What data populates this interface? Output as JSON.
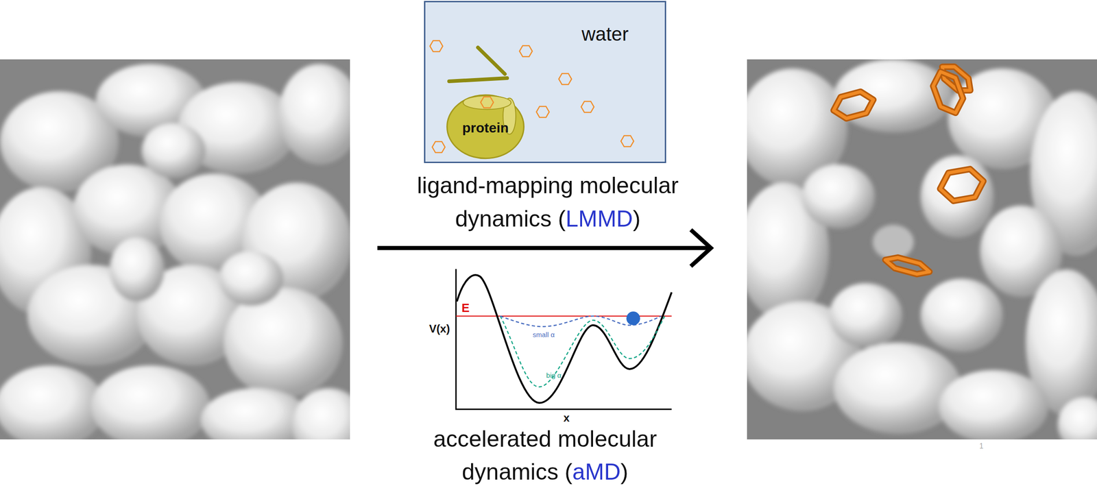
{
  "diagram": {
    "nodes": [
      {
        "text": [
          "water"
        ]
      },
      {
        "text": [
          "protein"
        ],
        "in": 0
      }
    ],
    "labels": [
      "ligand-mapping molecular dynamics (LMMD)",
      "E",
      "V(x)",
      "small α",
      "big α",
      "x",
      "accelerated molecular dynamics (aMD)",
      "1"
    ]
  }
}
